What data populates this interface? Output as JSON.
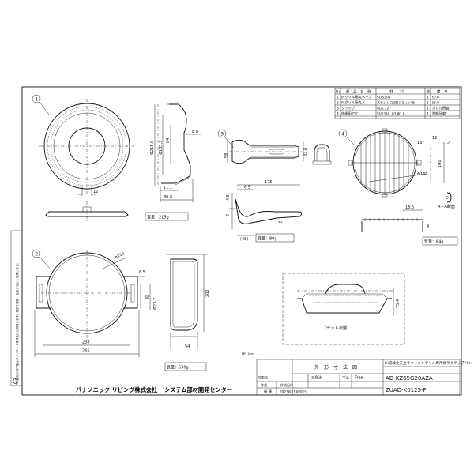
{
  "parts_table": {
    "headers": {
      "no": "No",
      "name": "部　品　名　称",
      "material": "材　　料",
      "qty": "数",
      "note": "備　考"
    },
    "rows": [
      {
        "no": "1",
        "name": "IHグリル用丸ベース",
        "material": "SUS304",
        "qty": "1",
        "note": "t0.6"
      },
      {
        "no": "2",
        "name": "IHグリル用丸ベ",
        "material": "ステンレス3層クラッド鋼",
        "qty": "1",
        "note": "t2.0"
      },
      {
        "no": "3",
        "name": "グリップ",
        "material": "ADC12",
        "qty": "1",
        "note": "バレル研磨"
      },
      {
        "no": "4",
        "name": "焼網用アミ",
        "material": "SUS304 ,Φ3,Φ1.6",
        "qty": "1",
        "note": "電解研磨"
      }
    ]
  },
  "balloons": {
    "p1": "1",
    "p2": "2",
    "p3": "3",
    "p4": "4"
  },
  "dims": {
    "d_2159": "Φ215.9",
    "d_1853": "Φ185.3",
    "d_84": "84",
    "d_88": "8.8",
    "d_11": "11.1",
    "d_308": "30.8",
    "d_12": "12",
    "d_58a": "58",
    "d_338": "33.8",
    "d_175": "175",
    "d_65a": "6.5",
    "d_45": "4.5",
    "d_7": "7",
    "d_48": "(48)",
    "d_3": "3°",
    "d_13": "13°",
    "d_12b": "12",
    "d_100": "100",
    "d_160": "Φ160",
    "d_185": "18.5",
    "d_4": "4",
    "d_216": "Φ216",
    "d_65b": "6.5",
    "d_58b": "58",
    "d_237": "Φ23.7",
    "d_238": "238",
    "d_265": "265",
    "d_202": "202",
    "d_54": "54",
    "d_754": "75.4",
    "aa_section": "A－A断面"
  },
  "weights": {
    "w1": "質量：215g",
    "w3": "質量：90g",
    "w4": "質量：64g",
    "w2": "質量：630g"
  },
  "set_label": "（セット状態）",
  "scale_note": "縮尺 1mm",
  "side_note": "本図面の著作権はパナソニック株式会社に帰属します。無断で複製・転用することを禁じます。",
  "sheet_size": "A3",
  "title_block": {
    "drawing_type": "外　形　寸　法　図",
    "product_name": "IH搭載丈夫立ラクッキングリル専用焼ラクティブパン",
    "model": "AD-KZ65G20AZA",
    "drawing_no": "ZUAD-K0125-F",
    "projection_label": "投影法",
    "projection": "三角法",
    "size_label": "寸法",
    "size": "Free",
    "author": "作成",
    "author_name": "伊 藤",
    "date_label": "作成日付",
    "date": "2023年11月30日"
  },
  "company": {
    "name": "パナソニック リビング株式会社",
    "dept": "システム部材開発センター"
  }
}
